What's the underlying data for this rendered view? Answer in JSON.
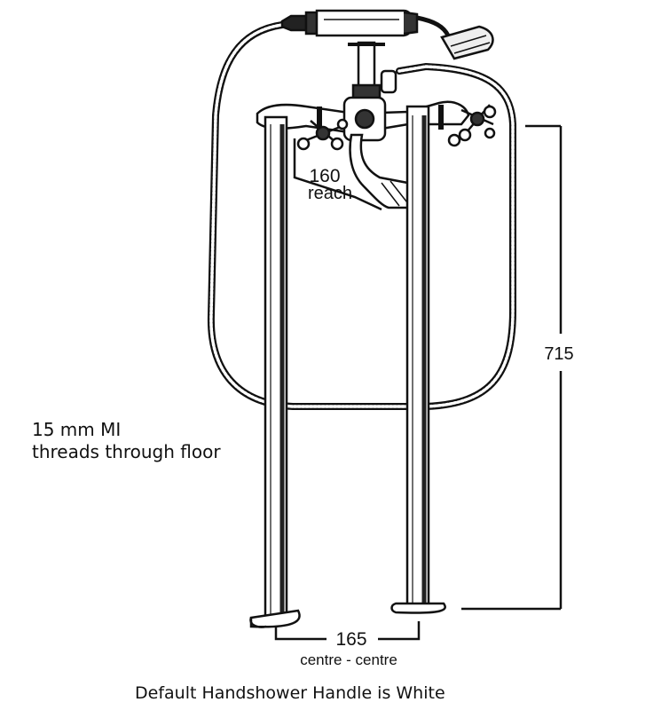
{
  "dimensions": {
    "reach_value": "160",
    "reach_label": "reach",
    "height_value": "715",
    "centres_value": "165",
    "centres_label": "centre - centre"
  },
  "notes": {
    "thread_line1": "15 mm MI",
    "thread_line2": "threads through floor"
  },
  "caption": "Default Handshower Handle is White"
}
